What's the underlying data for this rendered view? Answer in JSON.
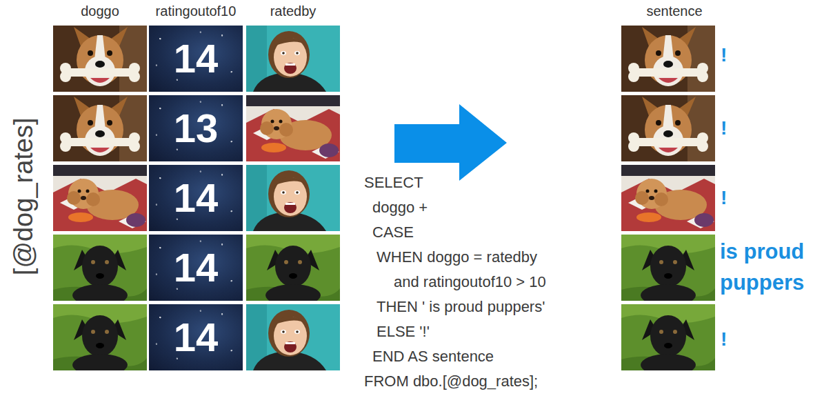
{
  "diagram": {
    "nodes": [
      {
        "text": [
          "14"
        ]
      },
      {
        "text": [
          "13"
        ]
      },
      {
        "text": [
          "14"
        ]
      },
      {
        "text": [
          "14"
        ]
      },
      {
        "text": [
          "14"
        ]
      }
    ],
    "labels": [
      "[@dog_rates]",
      "doggo",
      "ratingoutof10",
      "ratedby",
      "sentence",
      "SELECT",
      "doggo +",
      "CASE",
      "WHEN doggo = ratedby",
      "and ratingoutof10 > 10",
      "THEN ' is proud puppers'",
      "ELSE '!'",
      "END AS sentence",
      "FROM dbo.[@dog_rates];",
      "!",
      "!",
      "!",
      "is proud puppers",
      "!"
    ]
  }
}
